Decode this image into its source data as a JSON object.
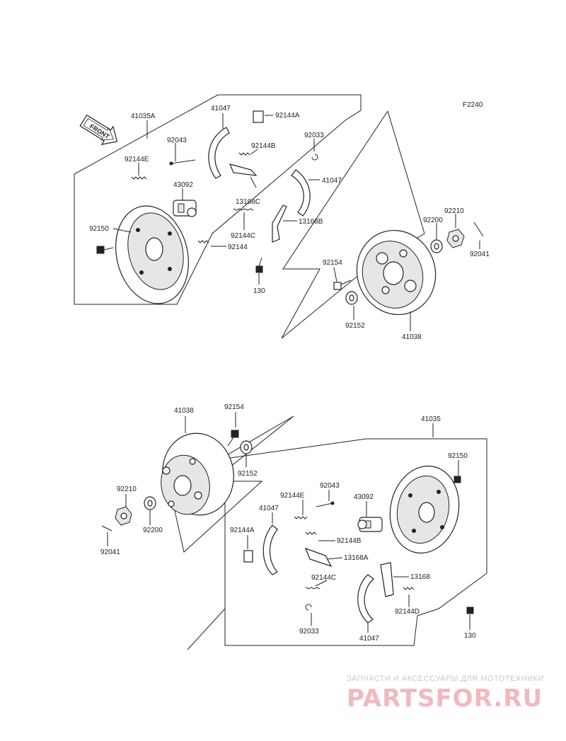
{
  "diagram": {
    "figure_code": "F2240",
    "front_label": "FRONT",
    "callouts_top": {
      "c41035A": "41035A",
      "c41047a": "41047",
      "c92144A": "92144A",
      "c92043": "92043",
      "c92144E": "92144E",
      "c92033": "92033",
      "c92144B": "92144B",
      "c41047b": "41047",
      "c43092": "43092",
      "c13168C": "13168C",
      "c13168B": "13168B",
      "c92150": "92150",
      "c92144C": "92144C",
      "c92144": "92144",
      "c130": "130",
      "c92210": "92210",
      "c92200": "92200",
      "c92041": "92041",
      "c92154": "92154",
      "c92152": "92152",
      "c41038": "41038"
    },
    "callouts_bottom": {
      "c41038": "41038",
      "c92154": "92154",
      "c92152": "92152",
      "c41035": "41035",
      "c92150": "92150",
      "c92210": "92210",
      "c92200": "92200",
      "c92041": "92041",
      "c92043": "92043",
      "c92144E": "92144E",
      "c43092": "43092",
      "c41047a": "41047",
      "c92144A": "92144A",
      "c92144B": "92144B",
      "c13168A": "13168A",
      "c92144C": "92144C",
      "c13168": "13168",
      "c92144D": "92144D",
      "c92033": "92033",
      "c41047b": "41047",
      "c130": "130"
    }
  },
  "watermark": {
    "tagline": "ЗАПЧАСТИ И АКСЕССУАРЫ ДЛЯ МОТОТЕХНИКИ",
    "brand": "PARTSFOR.RU"
  }
}
